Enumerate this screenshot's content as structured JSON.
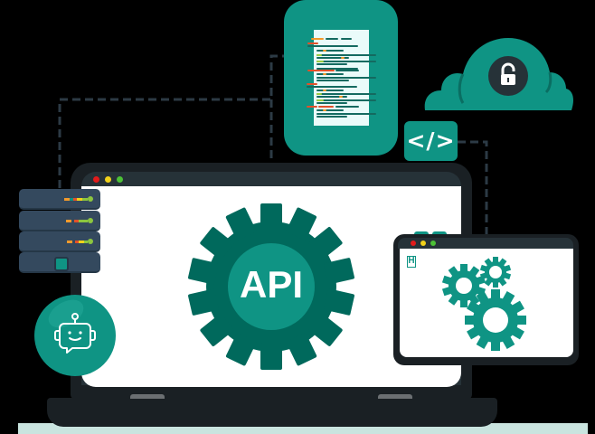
{
  "illustration": {
    "title": "API integration illustration",
    "center_label": "API",
    "code_tag_label": "</>",
    "small_window_logo": "H",
    "icons": [
      "code-document-icon",
      "cloud-lock-icon",
      "code-tag-icon",
      "server-rack-icon",
      "chatbot-icon",
      "gears-icon",
      "api-gear-icon",
      "laptop-icon"
    ]
  },
  "colors": {
    "teal": "#0f9484",
    "dark_teal": "#00695c",
    "dark": "#1a2024",
    "bezel": "#263238",
    "server": "#34495e",
    "dot_red": "#e21b1b",
    "dot_yellow": "#f2d21a",
    "dot_green": "#4cc136"
  },
  "window_controls": [
    "close",
    "minimize",
    "maximize"
  ]
}
